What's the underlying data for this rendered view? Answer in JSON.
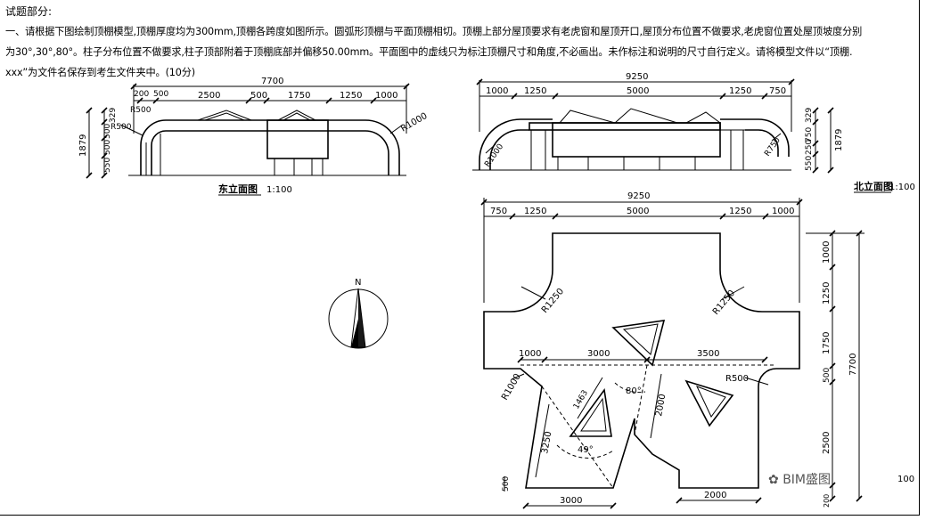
{
  "header": {
    "title": "试题部分:",
    "line1": "一、请根据下图绘制顶棚模型,顶棚厚度均为300mm,顶棚各跨度如图所示。圆弧形顶棚与平面顶棚相切。顶棚上部分屋顶要求有老虎窗和屋顶开口,屋顶分布位置不做要求,老虎窗位置处屋顶坡度分别",
    "line2": "为30°,30°,80°。柱子分布位置不做要求,柱子顶部附着于顶棚底部并偏移50.00mm。平面图中的虚线只为标注顶棚尺寸和角度,不必画出。未作标注和说明的尺寸自行定义。请将模型文件以“顶棚.",
    "line3": "xxx”为文件名保存到考生文件夹中。(10分)"
  },
  "east": {
    "label": "东立面图",
    "scale": "1:100",
    "overall": "7700",
    "dims": [
      "200",
      "500",
      "2500",
      "500",
      "1750",
      "1250",
      "1000"
    ],
    "v_dims": [
      "329",
      "500",
      "500",
      "550"
    ],
    "height": "1879",
    "radii": [
      "R500",
      "R500",
      "R1000"
    ]
  },
  "north": {
    "label": "北立面图",
    "scale": "1:100",
    "overall": "9250",
    "dims": [
      "1000",
      "1250",
      "5000",
      "1250",
      "750"
    ],
    "v_dims": [
      "329",
      "750",
      "250",
      "550"
    ],
    "height": "1879",
    "radii": [
      "R1000",
      "R750"
    ]
  },
  "plan": {
    "overall_w": "9250",
    "top_dims": [
      "750",
      "1250",
      "5000",
      "1250",
      "1000"
    ],
    "right_dims": [
      "1000",
      "1250",
      "1750",
      "500",
      "2500",
      "200"
    ],
    "height": "7700",
    "radii": [
      "R1250",
      "R1250",
      "R1000",
      "R500"
    ],
    "mid_dims": [
      "1000",
      "3000",
      "3500"
    ],
    "inner_dims": [
      "3250",
      "2000",
      "1463",
      "500"
    ],
    "angles": [
      "80°",
      "49°"
    ],
    "bottom_dims": [
      "3000",
      "2000"
    ],
    "scale_frag": "100"
  },
  "compass": {
    "north": "N"
  },
  "watermark": "BIM盛图"
}
